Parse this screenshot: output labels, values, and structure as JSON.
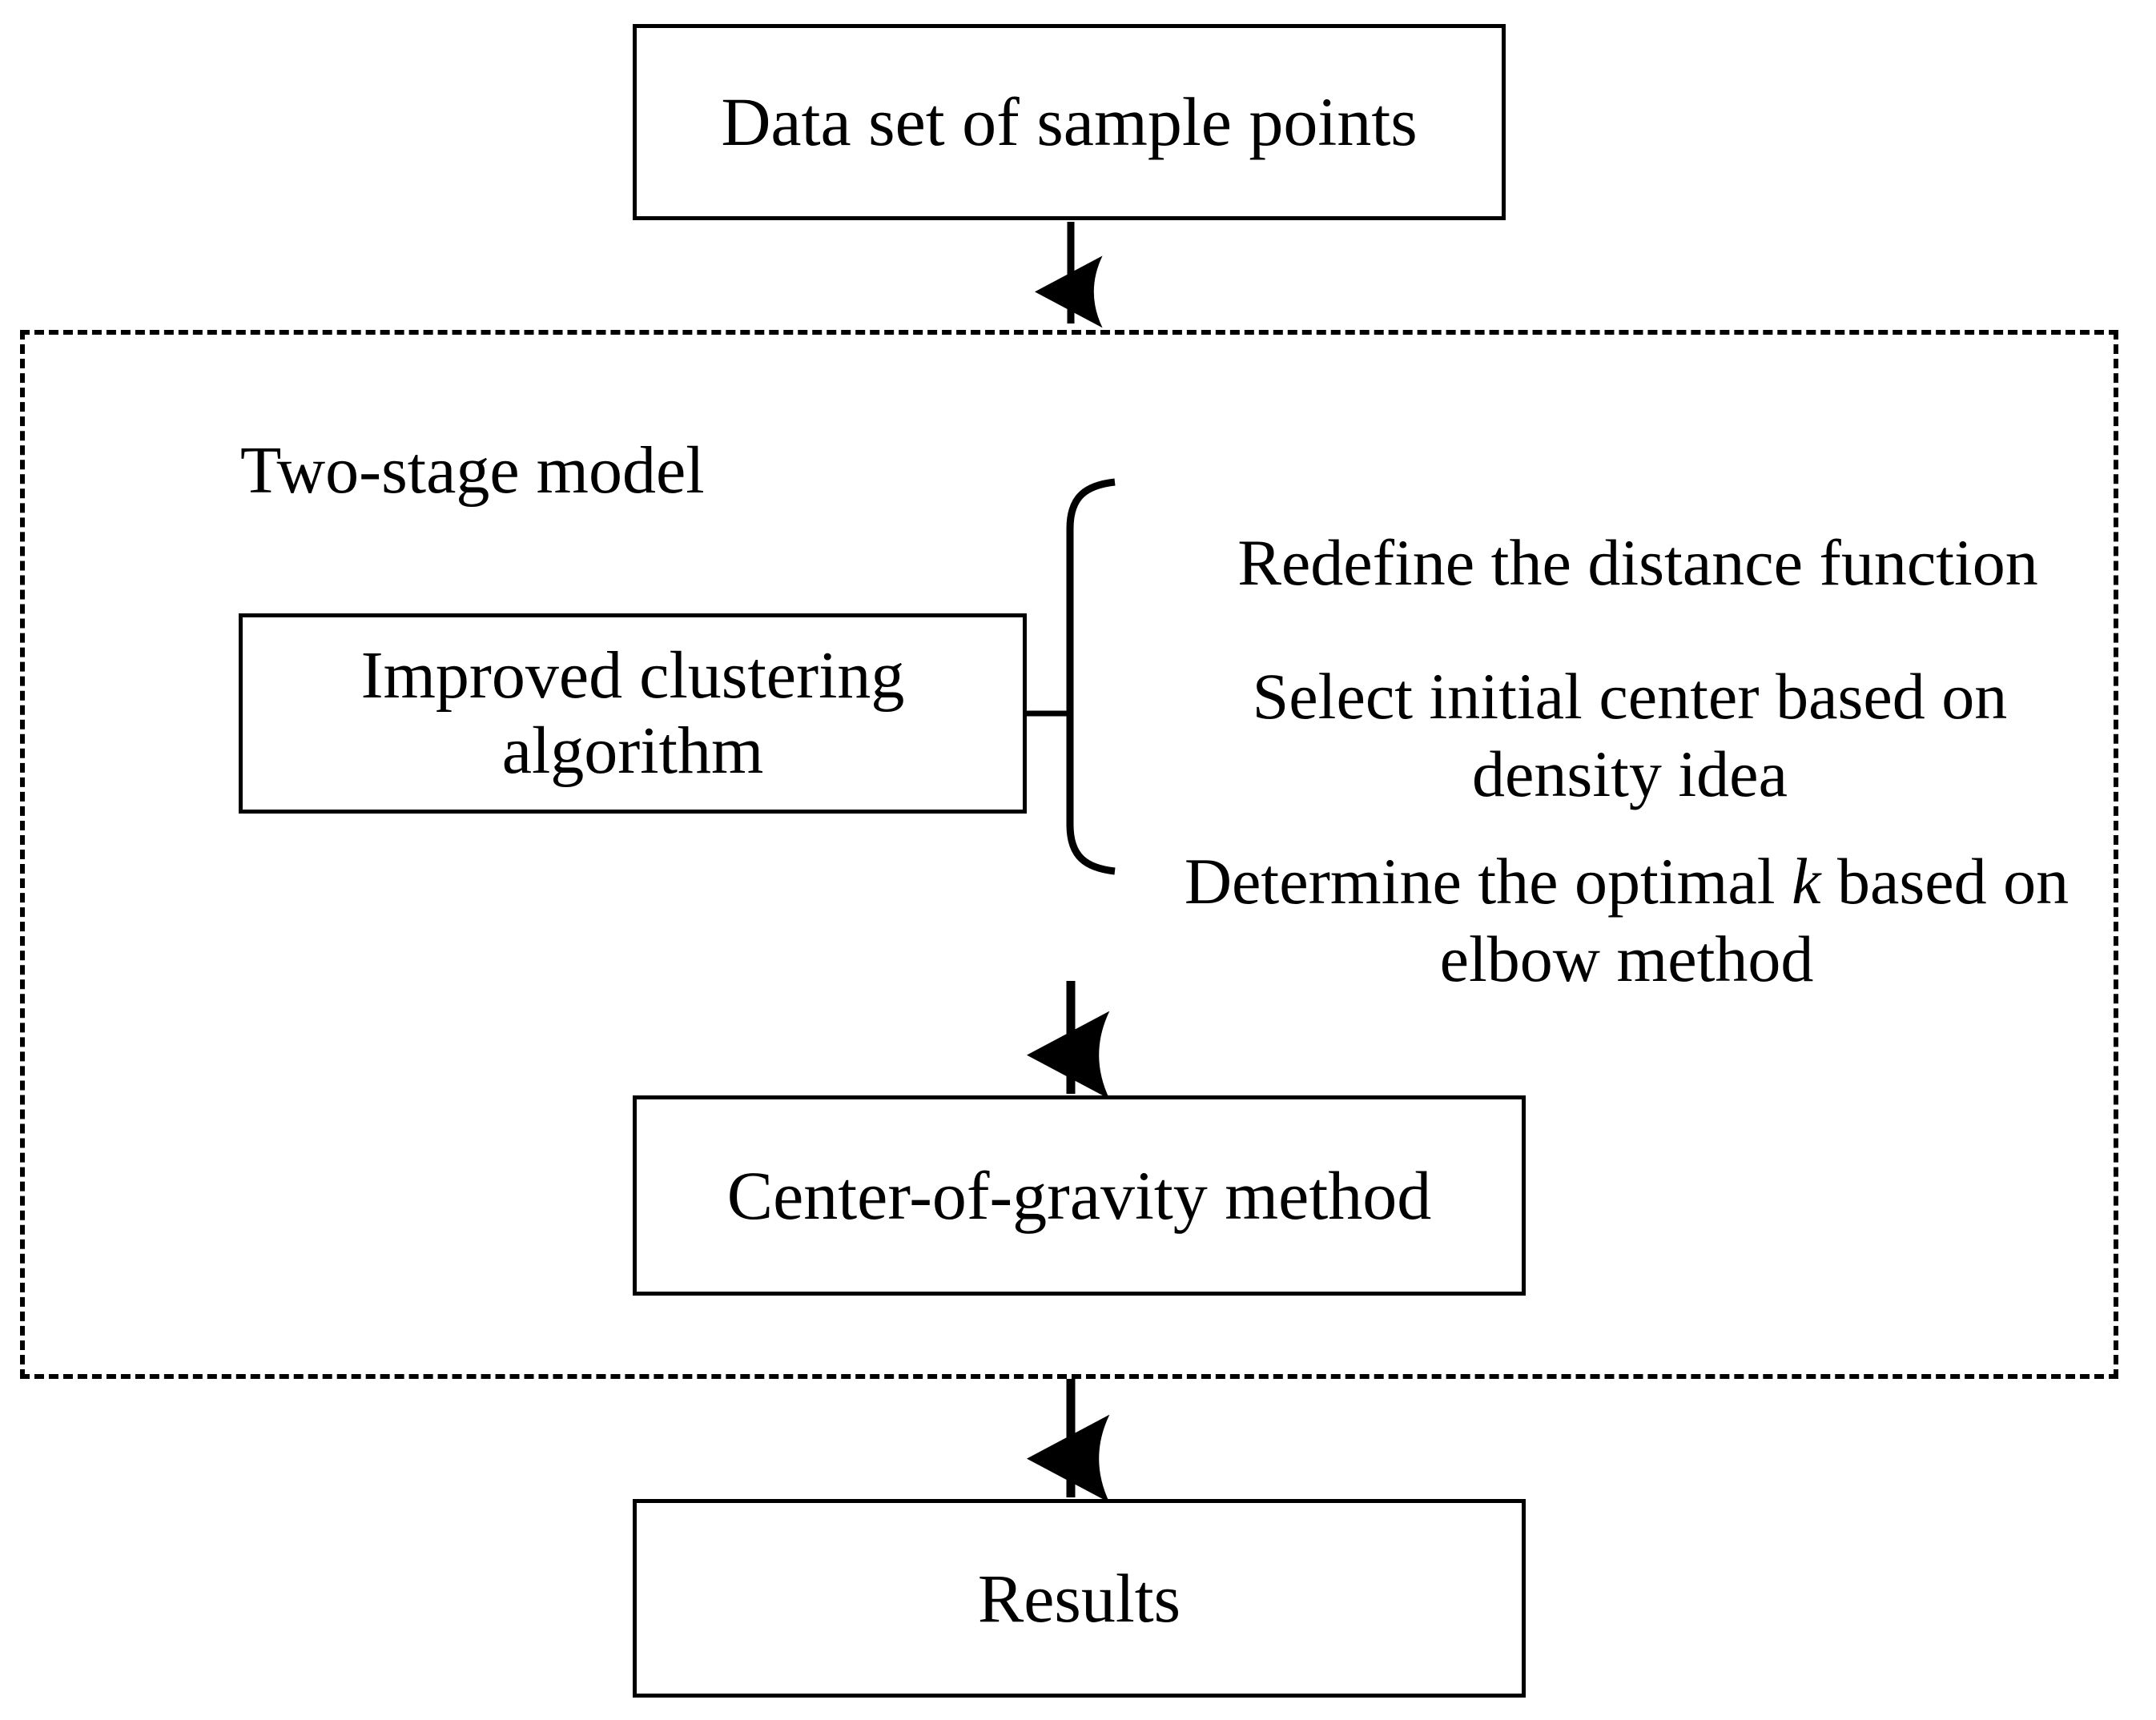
{
  "diagram": {
    "title_label": "Two-stage model",
    "nodes": {
      "dataset": "Data set of sample points",
      "clustering": "Improved clustering\nalgorithm",
      "center_of_gravity": "Center-of-gravity method",
      "results": "Results"
    },
    "brace_items": [
      {
        "id": "redefine",
        "text": "Redefine the distance function"
      },
      {
        "id": "density",
        "text": "Select initial center based on\ndensity idea"
      },
      {
        "id": "elbow",
        "text_before": "Determine the optimal ",
        "text_italic": "k",
        "text_after": " based on\nelbow method"
      }
    ],
    "colors": {
      "stroke": "#000000",
      "background": "#ffffff"
    }
  }
}
